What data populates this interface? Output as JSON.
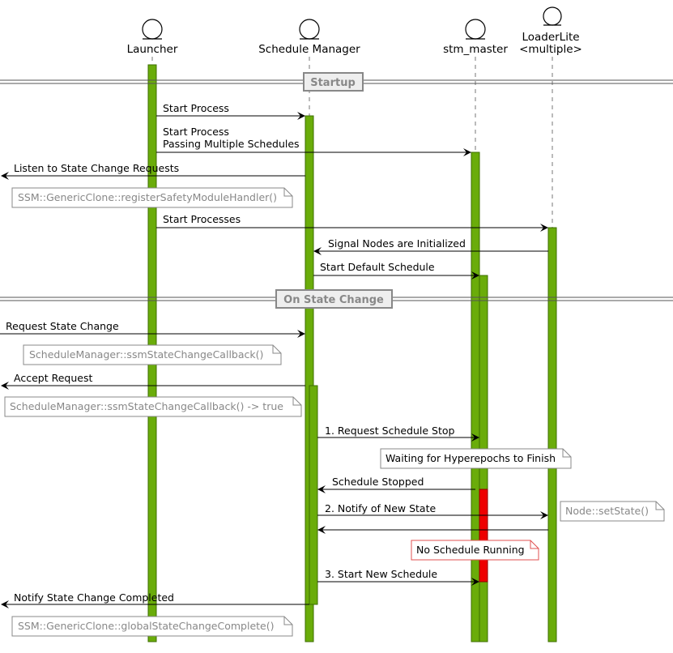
{
  "participants": [
    {
      "id": "launcher",
      "lines": [
        "Launcher"
      ]
    },
    {
      "id": "schedule_manager",
      "lines": [
        "Schedule Manager"
      ]
    },
    {
      "id": "stm_master",
      "lines": [
        "stm_master"
      ]
    },
    {
      "id": "loaderlite",
      "lines": [
        "LoaderLite",
        "<multiple>"
      ]
    }
  ],
  "dividers": [
    {
      "label": "Startup"
    },
    {
      "label": "On State Change"
    }
  ],
  "messages": [
    {
      "lines": [
        "Start Process"
      ]
    },
    {
      "lines": [
        "Start Process",
        "Passing Multiple Schedules"
      ]
    },
    {
      "lines": [
        "Listen to State Change Requests"
      ]
    },
    {
      "lines": [
        "Start Processes"
      ]
    },
    {
      "lines": [
        "Signal Nodes are Initialized"
      ]
    },
    {
      "lines": [
        "Start Default Schedule"
      ]
    },
    {
      "lines": [
        "Request State Change"
      ]
    },
    {
      "lines": [
        "Accept Request"
      ]
    },
    {
      "lines": [
        "1. Request Schedule Stop"
      ]
    },
    {
      "lines": [
        "Schedule Stopped"
      ]
    },
    {
      "lines": [
        "2. Notify of New State"
      ]
    },
    {
      "lines": [
        ""
      ]
    },
    {
      "lines": [
        "3. Start New Schedule"
      ]
    },
    {
      "lines": [
        "Notify State Change Completed"
      ]
    }
  ],
  "notes": [
    {
      "text": "SSM::GenericClone::registerSafetyModuleHandler()"
    },
    {
      "text": "ScheduleManager::ssmStateChangeCallback()"
    },
    {
      "text": "ScheduleManager::ssmStateChangeCallback() -> true"
    },
    {
      "text": "Waiting for Hyperepochs to Finish"
    },
    {
      "text": "Node::setState()"
    },
    {
      "text": "No Schedule Running"
    },
    {
      "text": "SSM::GenericClone::globalStateChangeComplete()"
    }
  ],
  "colors": {
    "activation": "#6aac0a",
    "activation_alert": "#ee0000",
    "lifeline": "#777777",
    "note_border": "#888888",
    "note_border_alert": "#e05050",
    "divider_fill": "#eeeeee"
  }
}
